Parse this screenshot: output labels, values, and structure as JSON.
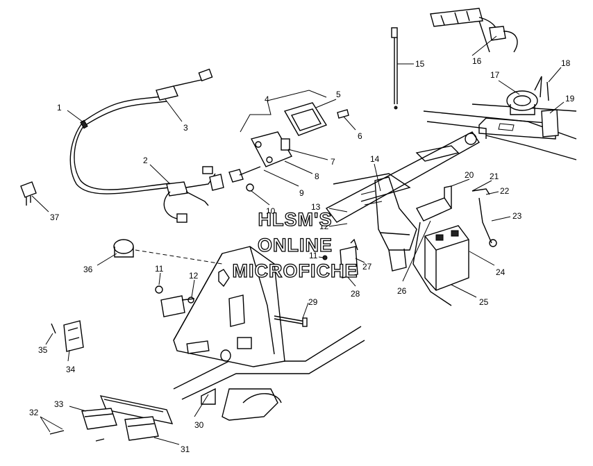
{
  "watermark": {
    "line1": "HLSM'S",
    "line2": "ONLINE",
    "line3": "MICROFICHE"
  },
  "callouts": [
    {
      "n": "1"
    },
    {
      "n": "2"
    },
    {
      "n": "3"
    },
    {
      "n": "4"
    },
    {
      "n": "5"
    },
    {
      "n": "6"
    },
    {
      "n": "7"
    },
    {
      "n": "8"
    },
    {
      "n": "9"
    },
    {
      "n": "10"
    },
    {
      "n": "11"
    },
    {
      "n": "12"
    },
    {
      "n": "13"
    },
    {
      "n": "14"
    },
    {
      "n": "15"
    },
    {
      "n": "16"
    },
    {
      "n": "17"
    },
    {
      "n": "18"
    },
    {
      "n": "19"
    },
    {
      "n": "20"
    },
    {
      "n": "21"
    },
    {
      "n": "22"
    },
    {
      "n": "23"
    },
    {
      "n": "24"
    },
    {
      "n": "25"
    },
    {
      "n": "26"
    },
    {
      "n": "27"
    },
    {
      "n": "28"
    },
    {
      "n": "29"
    },
    {
      "n": "30"
    },
    {
      "n": "31"
    },
    {
      "n": "32"
    },
    {
      "n": "33"
    },
    {
      "n": "34"
    },
    {
      "n": "35"
    },
    {
      "n": "36"
    },
    {
      "n": "37"
    },
    {
      "n": "11"
    },
    {
      "n": "12"
    }
  ]
}
